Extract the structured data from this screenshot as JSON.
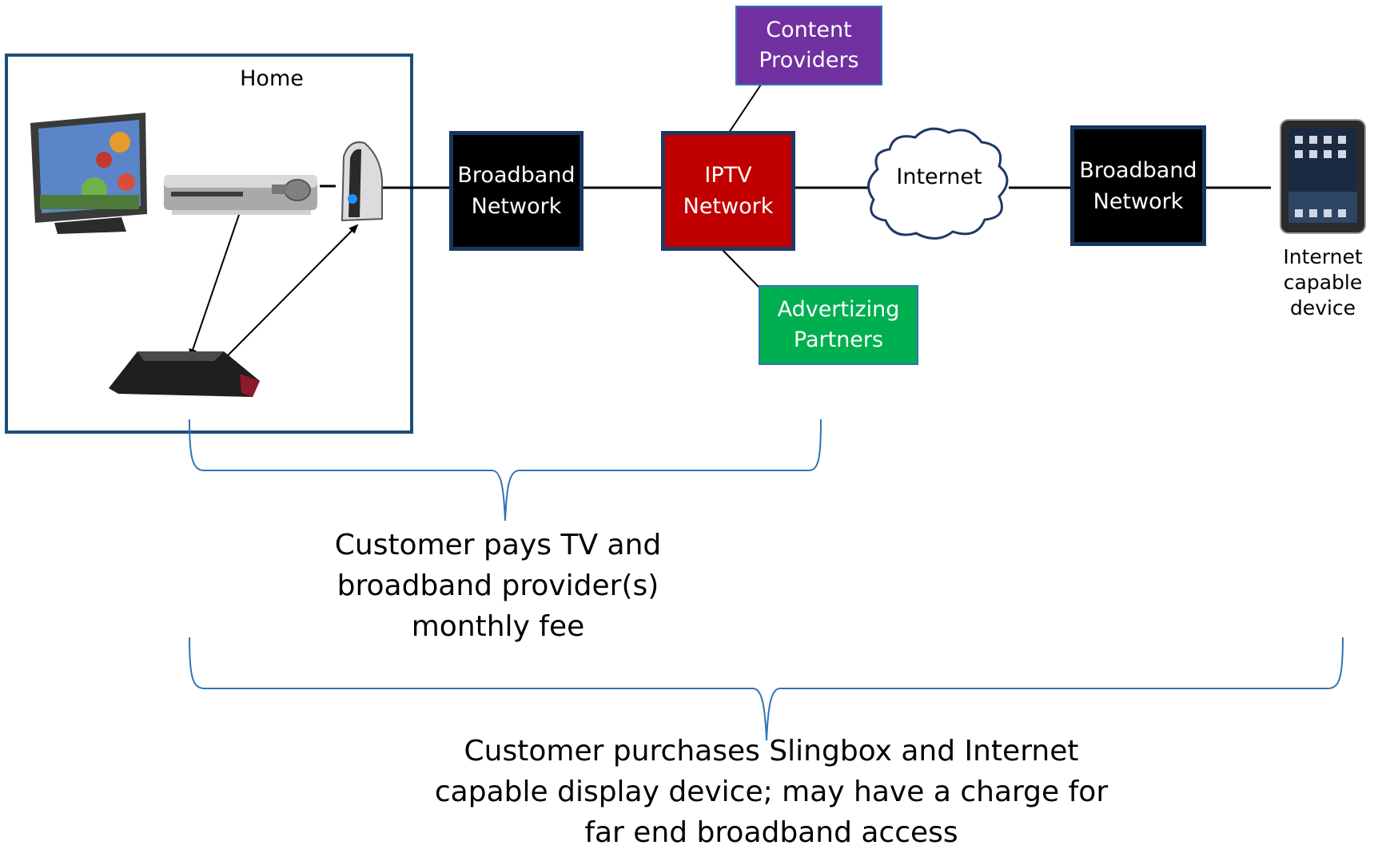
{
  "diagram": {
    "home": {
      "label": "Home"
    },
    "broadband_left": {
      "label": "Broadband\nNetwork"
    },
    "iptv": {
      "label": "IPTV\nNetwork"
    },
    "content_providers": {
      "label": "Content\nProviders"
    },
    "advertizing_partners": {
      "label": "Advertizing\nPartners"
    },
    "internet": {
      "label": "Internet"
    },
    "broadband_right": {
      "label": "Broadband\nNetwork"
    },
    "device": {
      "label": "Internet\ncapable\ndevice"
    },
    "notes": {
      "monthly_fee": "Customer pays TV and\nbroadband provider(s)\nmonthly fee",
      "purchase": "Customer purchases Slingbox and Internet\ncapable display device; may have a charge for\nfar end broadband access"
    }
  },
  "colors": {
    "home_border": "#1f4e79",
    "network_box": "#000000",
    "iptv_box": "#c00000",
    "content_box": "#7030a0",
    "advertizing_box": "#00b050",
    "brace": "#2e75b6"
  },
  "icons": [
    "tv-icon",
    "set-top-box-icon",
    "modem-router-icon",
    "slingbox-icon",
    "cloud-icon",
    "tablet-icon"
  ]
}
